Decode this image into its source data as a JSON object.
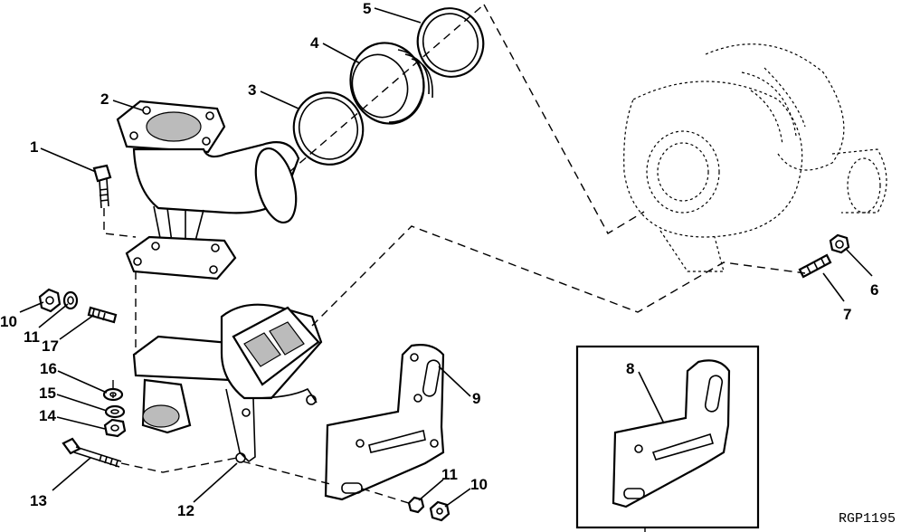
{
  "callouts": [
    {
      "id": "1",
      "label": "1"
    },
    {
      "id": "2",
      "label": "2"
    },
    {
      "id": "3",
      "label": "3"
    },
    {
      "id": "4",
      "label": "4"
    },
    {
      "id": "5",
      "label": "5"
    },
    {
      "id": "6",
      "label": "6"
    },
    {
      "id": "7",
      "label": "7"
    },
    {
      "id": "8",
      "label": "8"
    },
    {
      "id": "9",
      "label": "9"
    },
    {
      "id": "10a",
      "label": "10"
    },
    {
      "id": "11a",
      "label": "11"
    },
    {
      "id": "17",
      "label": "17"
    },
    {
      "id": "16",
      "label": "16"
    },
    {
      "id": "15",
      "label": "15"
    },
    {
      "id": "14",
      "label": "14"
    },
    {
      "id": "13",
      "label": "13"
    },
    {
      "id": "12",
      "label": "12"
    },
    {
      "id": "11b",
      "label": "11"
    },
    {
      "id": "10b",
      "label": "10"
    }
  ],
  "figure_code": "RGP1195"
}
